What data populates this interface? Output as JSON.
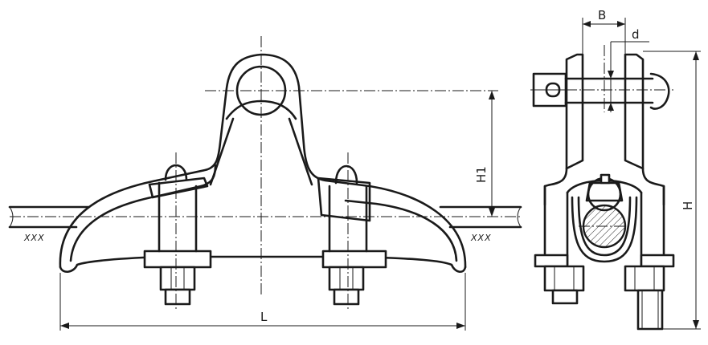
{
  "drawing": {
    "dimensions": {
      "length": "L",
      "height_to_axis": "H1",
      "total_height": "H",
      "width": "B",
      "pin_diameter": "d"
    },
    "hatch_marks_left": "XXX",
    "hatch_marks_right": "XXX"
  }
}
